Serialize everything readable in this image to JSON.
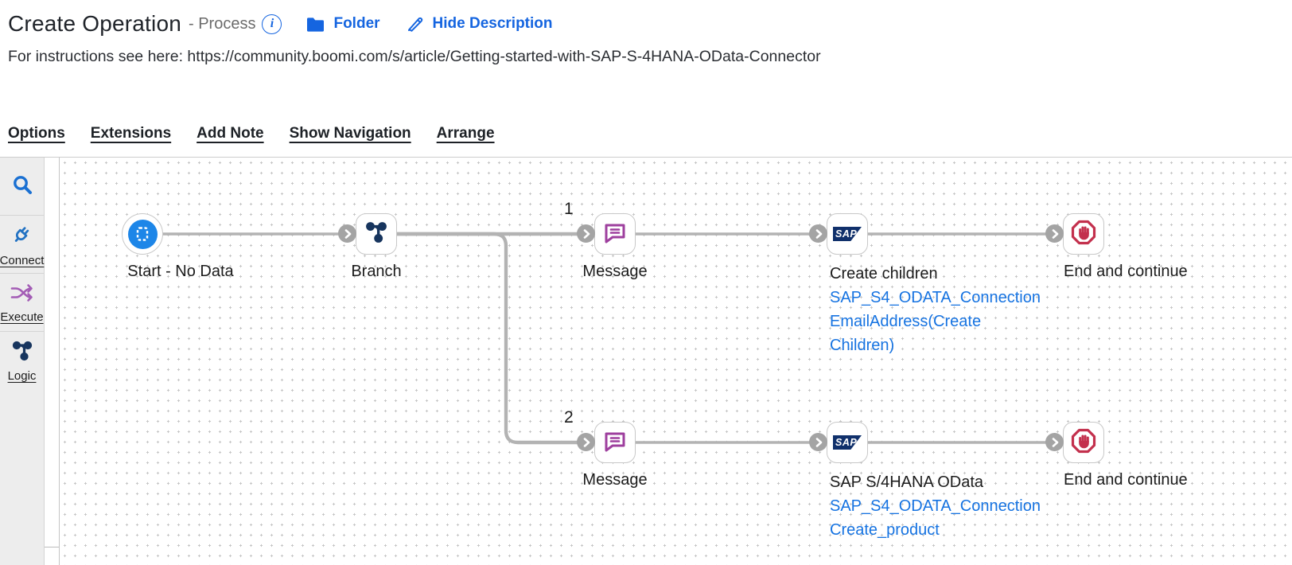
{
  "header": {
    "title": "Create Operation",
    "subtitle": "- Process",
    "info_glyph": "i",
    "folder_label": "Folder",
    "hide_description_label": "Hide Description",
    "description": "For instructions see here: https://community.boomi.com/s/article/Getting-started-with-SAP-S-4HANA-OData-Connector"
  },
  "menu": {
    "items": [
      {
        "label": "Options"
      },
      {
        "label": "Extensions"
      },
      {
        "label": "Add Note"
      },
      {
        "label": "Show Navigation"
      },
      {
        "label": "Arrange"
      }
    ]
  },
  "sidebar": {
    "tools": [
      {
        "icon": "search-icon",
        "label": ""
      },
      {
        "icon": "plug-icon",
        "label": "Connect"
      },
      {
        "icon": "shuffle-icon",
        "label": "Execute"
      },
      {
        "icon": "branch-icon",
        "label": "Logic"
      }
    ]
  },
  "flow": {
    "branch_numbers": {
      "first": "1",
      "second": "2"
    },
    "sap_logo_text": "SAP",
    "nodes": {
      "start": {
        "label": "Start - No Data"
      },
      "branch": {
        "label": "Branch"
      },
      "message1": {
        "label": "Message"
      },
      "sap1": {
        "label": "Create children",
        "links": [
          "SAP_S4_ODATA_Connection",
          "EmailAddress(Create Children)"
        ]
      },
      "end1": {
        "label": "End and continue"
      },
      "message2": {
        "label": "Message"
      },
      "sap2": {
        "label": "SAP S/4HANA OData",
        "links": [
          "SAP_S4_ODATA_Connection",
          "Create_product"
        ]
      },
      "end2": {
        "label": "End and continue"
      }
    }
  },
  "colors": {
    "accent_blue": "#1565e0",
    "canvas_link_blue": "#1673e1",
    "start_blue": "#1d86e8",
    "logic_navy": "#17355e",
    "sap_navy": "#10306b",
    "message_purple": "#9e3f9e",
    "stop_red": "#c3304d",
    "execute_purple": "#a35cb5",
    "connector_gray": "#b3b3b3",
    "sidebar_bg": "#ededed"
  }
}
